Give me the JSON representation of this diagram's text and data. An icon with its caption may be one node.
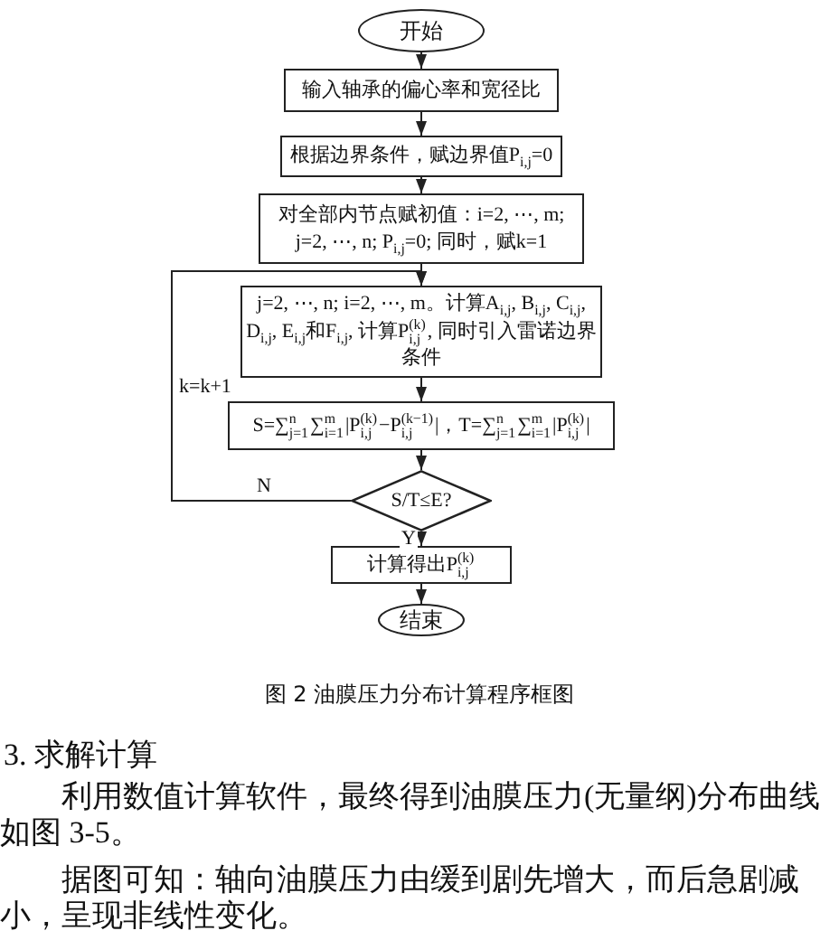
{
  "diagram": {
    "caption": "图 2 油膜压力分布计算程序框图",
    "nodes": [
      {
        "text": [
          "开始"
        ]
      },
      {
        "text": [
          "输入轴承的偏心率和宽径比"
        ]
      },
      {
        "text": [
          "根据边界条件，赋边界值P$_{i,j}$=0"
        ]
      },
      {
        "text": [
          "对全部内节点赋初值：i=2, ⋯, m; j=2, ⋯, n; P$_{i,j}$=0; 同时，赋k=1"
        ]
      },
      {
        "text": [
          "j=2, ⋯, n; i=2, ⋯, m。计算A$_{i,j}$, B$_{i,j}$, C$_{i,j}$, D$_{i,j}$, E$_{i,j}$和F$_{i,j}$, 计算P$^{(k)}$$_{i,j}$, 同时引入雷诺边界条件"
        ]
      },
      {
        "text": [
          "S=∑$^{n}$$_{j=1}$∑$^{m}$$_{i=1}$|P$^{(k)}$$_{i,j}$−P$^{(k−1)}$$_{i,j}$|，T=∑$^{n}$$_{j=1}$∑$^{m}$$_{i=1}$|P$^{(k)}$$_{i,j}$|"
        ]
      },
      {
        "text": [
          "S/T≤E?"
        ]
      },
      {
        "text": [
          "计算得出P$^{(k)}$$_{i,j}$"
        ]
      },
      {
        "text": [
          "结束"
        ]
      }
    ],
    "edges": [
      {
        "from": 0,
        "to": 1,
        "arrow": "to"
      },
      {
        "from": 1,
        "to": 2,
        "arrow": "to"
      },
      {
        "from": 2,
        "to": 3,
        "arrow": "to"
      },
      {
        "from": 3,
        "to": 4,
        "arrow": "to"
      },
      {
        "from": 4,
        "to": 5,
        "arrow": "to"
      },
      {
        "from": 5,
        "to": 6,
        "arrow": "to"
      },
      {
        "from": 6,
        "to": 7,
        "arrow": "to",
        "label": "Y"
      },
      {
        "from": 7,
        "to": 8,
        "arrow": "to"
      },
      {
        "from": 6,
        "to": 4,
        "arrow": "to",
        "label": "N"
      }
    ],
    "labels": [
      "k=k+1",
      "3. 求解计算",
      "利用数值计算软件，最终得到油膜压力(无量纲)分布曲线如图 3-5。",
      "据图可知：轴向油膜压力由缓到剧先增大，而后急剧减小，呈现非线性变化。"
    ]
  }
}
